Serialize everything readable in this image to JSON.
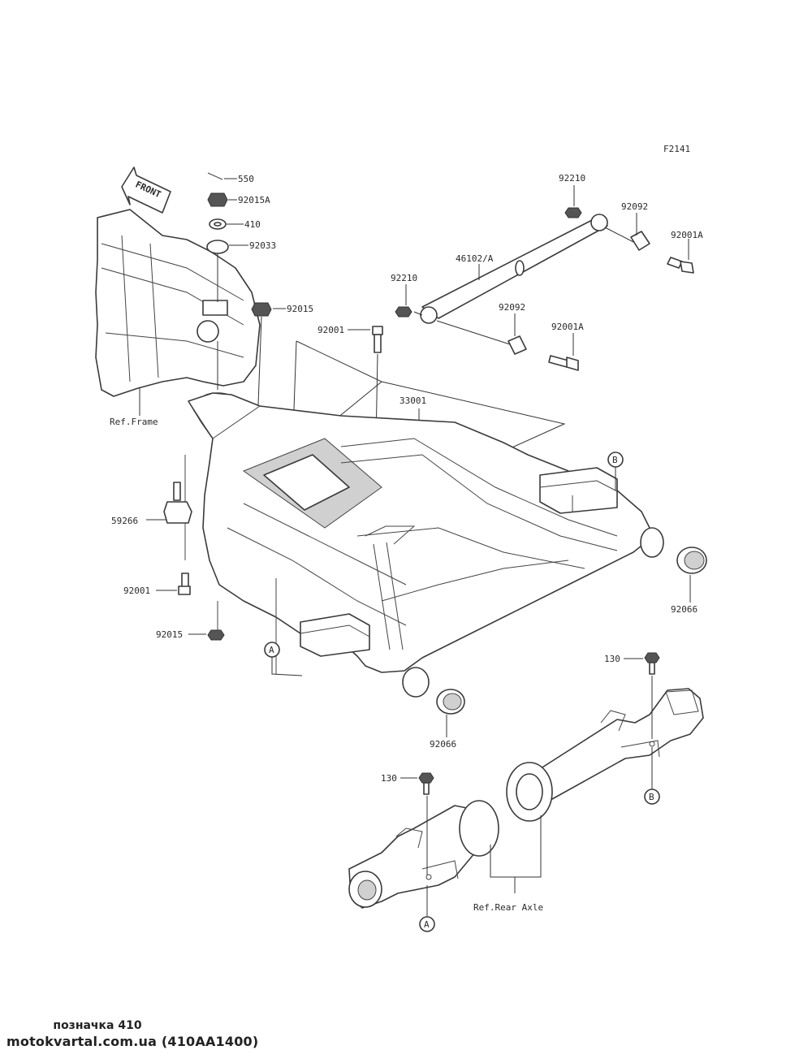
{
  "diagram": {
    "figure_code": "F2141",
    "front_label": "FRONT",
    "ref_labels": {
      "frame": "Ref.Frame",
      "rear_axle": "Ref.Rear Axle"
    },
    "callouts": {
      "a_top": "A",
      "a_bottom": "A",
      "b_top": "B",
      "b_bottom": "B"
    },
    "parts": {
      "p550": "550",
      "p92015A": "92015A",
      "p410": "410",
      "p92033": "92033",
      "p92015_top": "92015",
      "p92001_top": "92001",
      "p92210_right": "92210",
      "p92092_right": "92092",
      "p92001A_right": "92001A",
      "p46102A": "46102/A",
      "p92210_left": "92210",
      "p92092_mid": "92092",
      "p92001A_mid": "92001A",
      "p33001": "33001",
      "p59266": "59266",
      "p92001_left": "92001",
      "p92066_right": "92066",
      "p92015_left": "92015",
      "p130_right": "130",
      "p92066_bottom": "92066",
      "p130_bottom": "130"
    }
  },
  "footer": {
    "line1": "позначка 410",
    "line2": "motokvartal.com.ua (410AA1400)"
  }
}
